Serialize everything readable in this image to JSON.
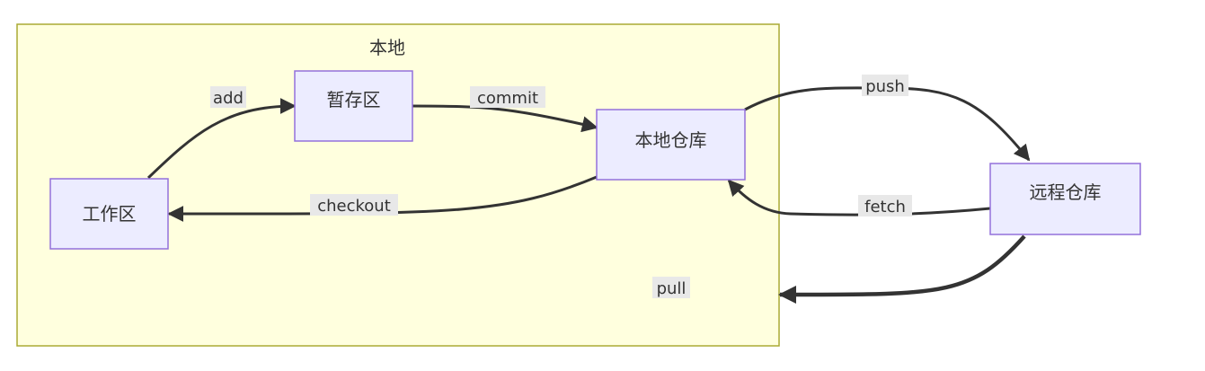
{
  "cluster": {
    "label": "本地"
  },
  "nodes": {
    "workspace": "工作区",
    "staging": "暂存区",
    "local_repo": "本地仓库",
    "remote_repo": "远程仓库"
  },
  "edges": {
    "add": "add",
    "commit": "commit",
    "checkout": "checkout",
    "push": "push",
    "fetch": "fetch",
    "pull": "pull"
  }
}
